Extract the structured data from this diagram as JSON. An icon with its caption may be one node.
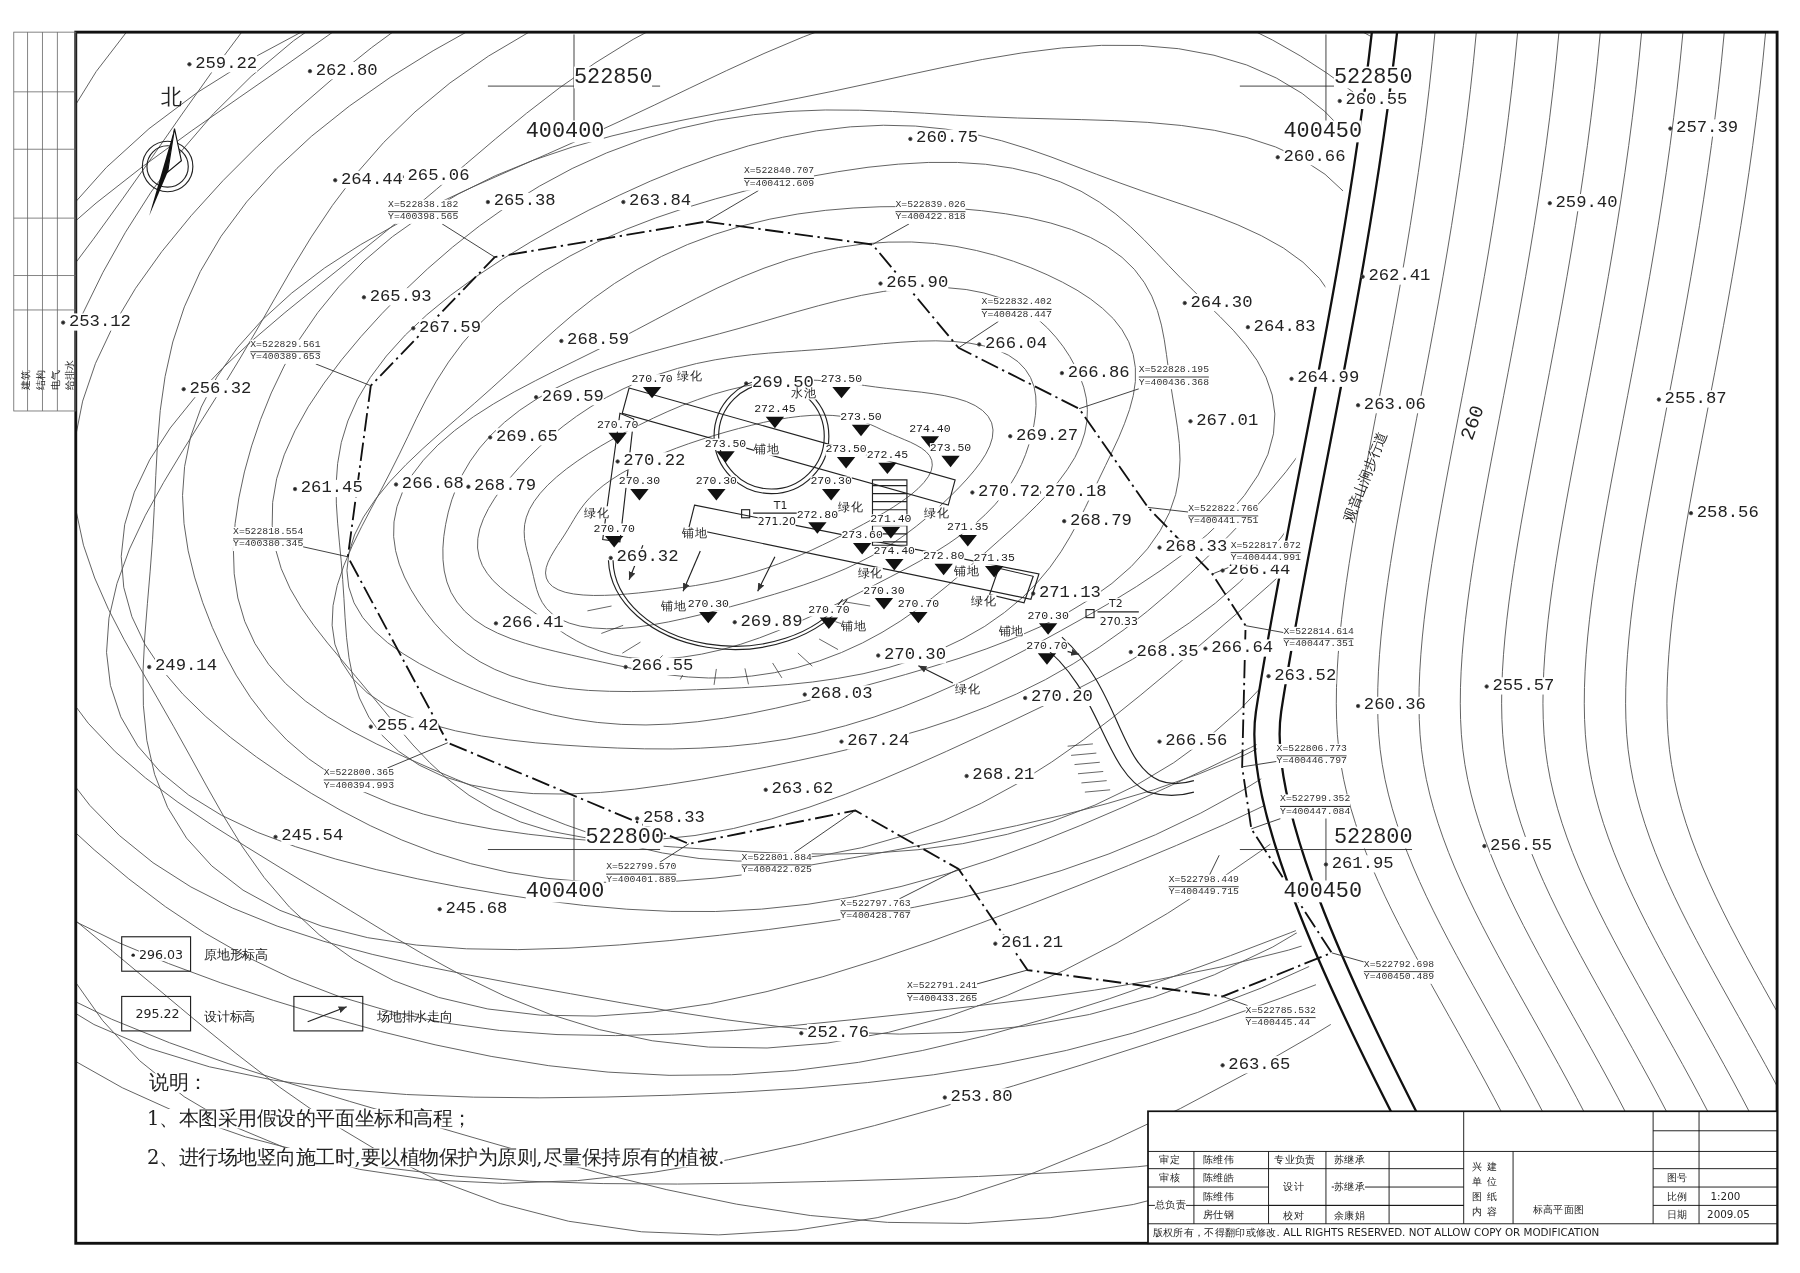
{
  "diagram": {
    "nodes": [
      {
        "text": [
          "X=522840.707",
          "Y=400412.609"
        ]
      },
      {
        "text": [
          "X=522839.026",
          "Y=400422.818"
        ]
      },
      {
        "text": [
          "X=522838.182",
          "Y=400398.565"
        ]
      },
      {
        "text": [
          "X=522829.561",
          "Y=400389.653"
        ]
      },
      {
        "text": [
          "X=522832.402",
          "Y=400428.447"
        ]
      },
      {
        "text": [
          "X=522828.195",
          "Y=400436.368"
        ]
      },
      {
        "text": [
          "X=522818.554",
          "Y=400380.345"
        ]
      },
      {
        "text": [
          "X=522822.766",
          "Y=400441.751"
        ]
      },
      {
        "text": [
          "X=522817.072",
          "Y=400444.991"
        ]
      },
      {
        "text": [
          "X=522814.614",
          "Y=400447.351"
        ]
      },
      {
        "text": [
          "X=522806.773",
          "Y=400446.797"
        ]
      },
      {
        "text": [
          "X=522800.365",
          "Y=400394.993"
        ]
      },
      {
        "text": [
          "X=522799.352",
          "Y=400447.084"
        ]
      },
      {
        "text": [
          "X=522799.570",
          "Y=400401.889"
        ]
      },
      {
        "text": [
          "X=522801.884",
          "Y=400422.025"
        ]
      },
      {
        "text": [
          "X=522797.763",
          "Y=400428.767"
        ]
      },
      {
        "text": [
          "X=522798.449",
          "Y=400449.715"
        ]
      },
      {
        "text": [
          "X=522791.241",
          "Y=400433.265"
        ]
      },
      {
        "text": [
          "X=522792.698",
          "Y=400450.489"
        ]
      },
      {
        "text": [
          "X=522785.532",
          "Y=400445.44"
        ]
      }
    ],
    "edges": [
      {
        "from": 0,
        "to": null,
        "arrow": "none"
      },
      {
        "from": 1,
        "to": null,
        "arrow": "none"
      },
      {
        "from": 2,
        "to": null,
        "arrow": "none"
      },
      {
        "from": 3,
        "to": null,
        "arrow": "none"
      },
      {
        "from": 4,
        "to": null,
        "arrow": "none"
      },
      {
        "from": 5,
        "to": null,
        "arrow": "none"
      },
      {
        "from": 6,
        "to": null,
        "arrow": "none"
      },
      {
        "from": 7,
        "to": null,
        "arrow": "none"
      },
      {
        "from": 8,
        "to": null,
        "arrow": "none"
      },
      {
        "from": 9,
        "to": null,
        "arrow": "none"
      },
      {
        "from": 10,
        "to": null,
        "arrow": "none"
      },
      {
        "from": 11,
        "to": null,
        "arrow": "none"
      },
      {
        "from": 12,
        "to": null,
        "arrow": "none"
      },
      {
        "from": 13,
        "to": null,
        "arrow": "none"
      },
      {
        "from": 14,
        "to": null,
        "arrow": "none"
      },
      {
        "from": 15,
        "to": null,
        "arrow": "none"
      },
      {
        "from": 16,
        "to": null,
        "arrow": "none"
      },
      {
        "from": 17,
        "to": null,
        "arrow": "none"
      },
      {
        "from": 18,
        "to": null,
        "arrow": "none"
      },
      {
        "from": 19,
        "to": null,
        "arrow": "none"
      }
    ],
    "labels": [
      "北",
      "522850",
      "400400",
      "522850",
      "400450",
      "259.22",
      "262.80",
      "260.75",
      "260.55",
      "260.66",
      "257.39",
      "259.40",
      "264.44",
      "265.06",
      "265.38",
      "263.84",
      "265.90",
      "262.41",
      "264.30",
      "264.83",
      "265.93",
      "267.59",
      "253.12",
      "268.59",
      "266.04",
      "266.86",
      "264.99",
      "256.32",
      "269.59",
      "269.50",
      "263.06",
      "255.87",
      "267.01",
      "269.65",
      "269.27",
      "270.22",
      "261.45",
      "266.68",
      "268.79",
      "270.72",
      "270.18",
      "268.79",
      "258.56",
      "268.33",
      "269.32",
      "266.44",
      "271.13",
      "266.41",
      "269.89",
      "270.30",
      "268.35",
      "266.64",
      "266.55",
      "263.52",
      "255.57",
      "249.14",
      "268.03",
      "270.20",
      "260.36",
      "255.42",
      "267.24",
      "266.56",
      "268.21",
      "263.62",
      "245.54",
      "258.33",
      "256.55",
      "261.95",
      "245.68",
      "261.21",
      "263.65",
      "252.76",
      "253.80",
      "270.70",
      "273.50",
      "272.45",
      "270.70",
      "273.50",
      "274.40",
      "273.50",
      "273.50",
      "272.45",
      "273.50",
      "270.30",
      "270.30",
      "270.30",
      "270.70",
      "272.80",
      "271.40",
      "271.35",
      "273.60",
      "274.40",
      "272.80",
      "271.35",
      "270.30",
      "270.70",
      "270.30",
      "270.70",
      "270.30",
      "270.70",
      "绿化",
      "水池",
      "铺地",
      "绿化",
      "绿化",
      "绿化",
      "铺地",
      "绿化",
      "铺地",
      "绿化",
      "铺地",
      "铺地",
      "铺地",
      "绿化",
      "T1",
      "271.20",
      "T2",
      "270.33",
      "260",
      "观音山涧步行道",
      "522800",
      "400400",
      "522800",
      "400450",
      "296.03",
      "295.22",
      "说明：",
      "1、本图采用假设的平面坐标和高程；",
      "2、进行场地竖向施工时,要以植物保护为原则,尽量保持原有的植被.",
      "审定",
      "陈维伟",
      "审核",
      "陈维皓",
      "总负责",
      "陈维伟",
      "房仕钢",
      "专业负责",
      "苏继承",
      "设计",
      "苏继承",
      "校对",
      "余康娟",
      "兴建单位",
      "图纸内容",
      "标高平面图",
      "图号",
      "比例",
      "1:200",
      "日期",
      "2009.05",
      "版权所有，不得翻印或修改. ALL RIGHTS RESERVED. NOT ALLOW COPY OR MODIFICATION",
      "建筑",
      "结构",
      "电气",
      "给排水"
    ],
    "legend": [
      {
        "text": "原地形标高"
      },
      {
        "text": "设计标高"
      },
      {
        "text": "场地排水走向"
      }
    ]
  }
}
